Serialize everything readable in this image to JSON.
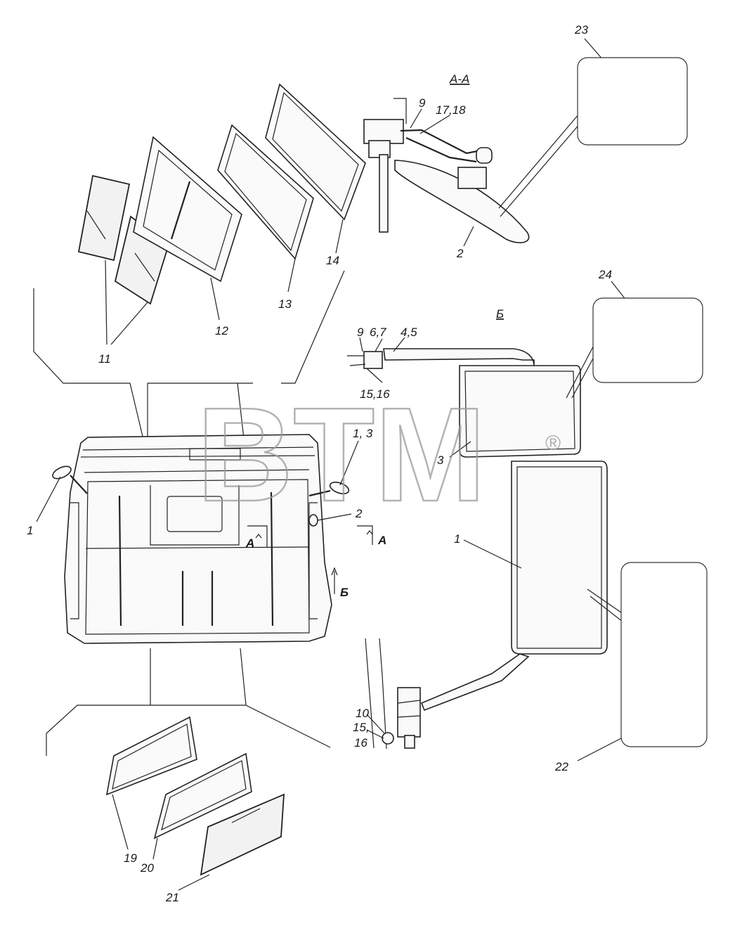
{
  "sections": {
    "aa": "А-А",
    "b": "Б",
    "arrow_a_left": "А",
    "arrow_a_right": "А",
    "arrow_b": "Б"
  },
  "callouts": {
    "c1_left": "1",
    "c13_top": "1, 3",
    "c2_body": "2",
    "c11": "11",
    "c12": "12",
    "c13": "13",
    "c14": "14",
    "c23": "23",
    "c9_aa": "9",
    "c1718": "17,18",
    "c2_aa": "2",
    "c24": "24",
    "c9_b": "9",
    "c67": "6,7",
    "c45": "4,5",
    "c1516_b": "15,16",
    "c3": "3",
    "c1_mirror": "1",
    "c10": "10",
    "c15": "15,",
    "c16": "16",
    "c22": "22",
    "c19": "19",
    "c20": "20",
    "c21": "21"
  },
  "watermark": {
    "text": "BTM",
    "registered": "®"
  }
}
